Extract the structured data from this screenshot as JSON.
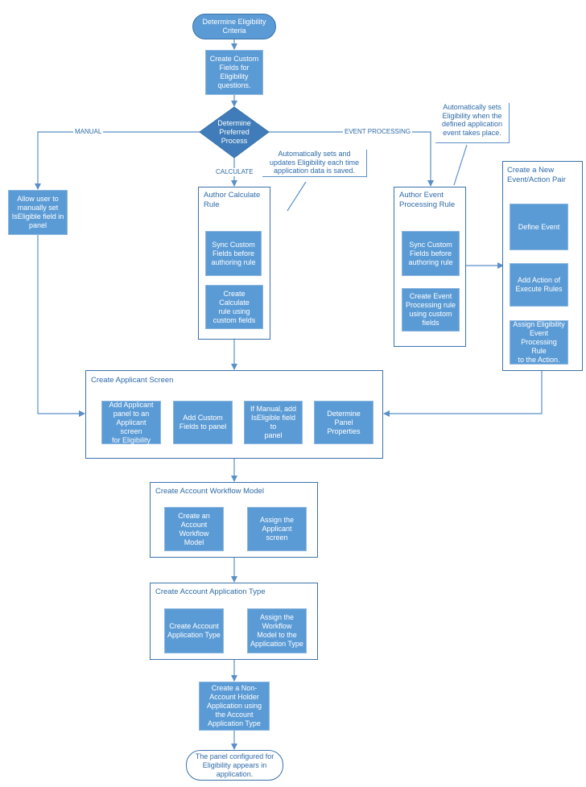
{
  "colors": {
    "box_fill": "#5b9bd5",
    "line": "#5b8fc8",
    "text_blue": "#2e6aa8",
    "border": "#3a72ab"
  },
  "start": "Determine Eligibility\nCriteria",
  "custom_fields": "Create Custom\nFields for\nEligibility\nquestions.",
  "decision": "Determine\nPreferred\nProcess",
  "labels": {
    "manual": "MANUAL",
    "event": "EVENT PROCESSING",
    "calculate": "CALCULATE"
  },
  "manual_box": "Allow user to\nmanually set\nIsEligible field in\npanel",
  "notes": {
    "calculate": "Automatically sets and\nupdates Eligibility each time\napplication data is saved.",
    "event": "Automatically sets\nEligibility when the\ndefined application\nevent takes place."
  },
  "calc_rule": {
    "title": "Author Calculate\nRule",
    "sync": "Sync Custom\nFields before\nauthoring rule",
    "create": "Create Calculate\nrule using\ncustom fields"
  },
  "event_rule": {
    "title": "Author Event\nProcessing Rule",
    "sync": "Sync Custom\nFields before\nauthoring rule",
    "create": "Create Event\nProcessing rule\nusing custom\nfields"
  },
  "event_action": {
    "title": "Create a New\nEvent/Action Pair",
    "define": "Define Event",
    "add_action": "Add Action of\nExecute Rules",
    "assign": "Assign Eligibility\nEvent\nProcessing Rule\nto the Action."
  },
  "applicant_screen": {
    "title": "Create Applicant Screen",
    "steps": [
      "Add Applicant\npanel to an\nApplicant screen\nfor Eligibility",
      "Add Custom\nFields to panel",
      "If Manual, add\nIsEligible field to\npanel",
      "Determine\nPanel Properties"
    ]
  },
  "workflow_model": {
    "title": "Create Account Workflow Model",
    "create": "Create an\nAccount\nWorkflow\nModel",
    "assign": "Assign the\nApplicant screen"
  },
  "app_type": {
    "title": "Create Account Application Type",
    "create": "Create Account\nApplication Type",
    "assign": "Assign the\nWorkflow\nModel to the\nApplication Type"
  },
  "non_account": "Create a Non-\nAccount Holder\nApplication using\nthe Account\nApplication Type",
  "end": "The panel configured for\nEligibility appears in\napplication."
}
